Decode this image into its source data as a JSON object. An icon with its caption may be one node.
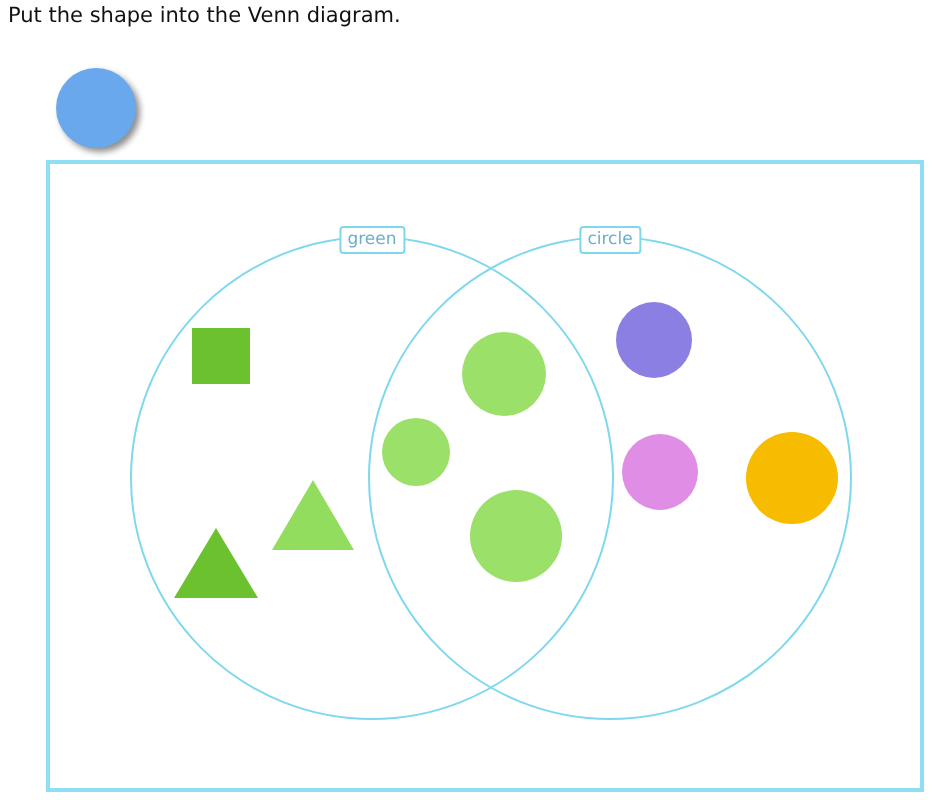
{
  "diagram": {
    "title": "Put the shape into the Venn diagram.",
    "nodes": [
      {
        "text": [],
        "shape": "circle"
      },
      {
        "text": [],
        "shape": "box"
      },
      {
        "text": [
          "green"
        ],
        "in": 1
      },
      {
        "text": [
          "circle"
        ],
        "in": 1
      },
      {
        "text": [],
        "shape": "box",
        "in": 2
      },
      {
        "text": [],
        "shape": "circle",
        "in": 3
      },
      {
        "text": [],
        "shape": "circle"
      },
      {
        "text": [],
        "shape": "circle"
      },
      {
        "text": [],
        "shape": "circle",
        "in": 3
      },
      {
        "text": [],
        "shape": "circle",
        "in": 3
      },
      {
        "text": [],
        "shape": "triangle",
        "in": 2
      },
      {
        "text": [],
        "shape": "circle"
      },
      {
        "text": [],
        "shape": "triangle",
        "in": 2
      }
    ]
  }
}
